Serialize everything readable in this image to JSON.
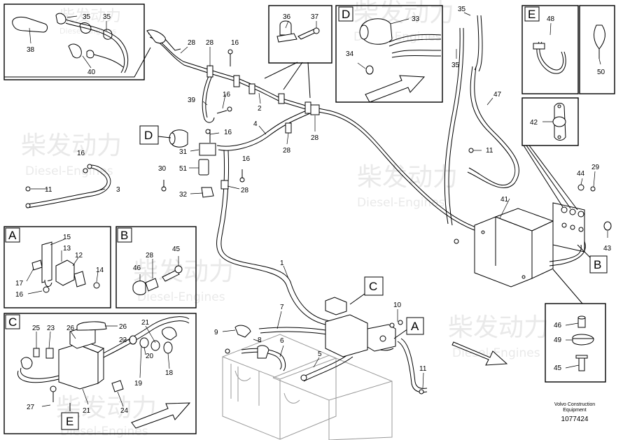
{
  "callouts": {
    "c1": "1",
    "c2": "2",
    "c3": "3",
    "c4": "4",
    "c5": "5",
    "c6": "6",
    "c7": "7",
    "c8": "8",
    "c9": "9",
    "c10": "10",
    "c11": "11",
    "c12": "12",
    "c13": "13",
    "c14": "14",
    "c15": "15",
    "c16": "16",
    "c17": "17",
    "c18": "18",
    "c19": "19",
    "c20": "20",
    "c21": "21",
    "c22": "22",
    "c23": "23",
    "c24": "24",
    "c25": "25",
    "c26": "26",
    "c27": "27",
    "c28": "28",
    "c29": "29",
    "c30": "30",
    "c31": "31",
    "c32": "32",
    "c33": "33",
    "c34": "34",
    "c35": "35",
    "c36": "36",
    "c37": "37",
    "c38": "38",
    "c39": "39",
    "c40": "40",
    "c41": "41",
    "c42": "42",
    "c43": "43",
    "c44": "44",
    "c45": "45",
    "c46": "46",
    "c47": "47",
    "c48": "48",
    "c49": "49",
    "c50": "50",
    "c51": "51"
  },
  "detail_boxes": {
    "A": "A",
    "B": "B",
    "C": "C",
    "D": "D",
    "E": "E"
  },
  "watermark": {
    "brand_cn": "柴发动力",
    "brand_en": "Diesel-Engines"
  },
  "footer": {
    "line1": "Volvo Construction",
    "line2": "Equipment",
    "drawing_number": "1077424"
  }
}
